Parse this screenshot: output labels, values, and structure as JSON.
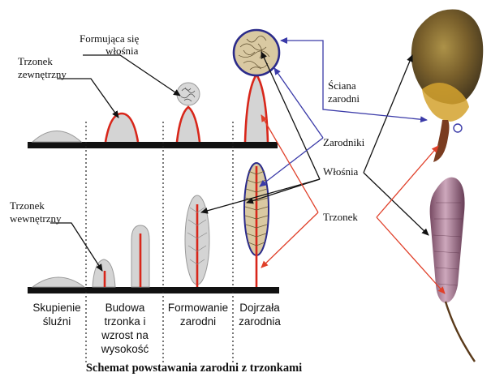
{
  "title": "Schemat powstawania zarodni z trzonkami",
  "labels": {
    "formujaca_line1": "Formująca się",
    "formujaca_line2": "włośnia",
    "trzonek_zew_line1": "Trzonek",
    "trzonek_zew_line2": "zewnętrzny",
    "trzonek_wew_line1": "Trzonek",
    "trzonek_wew_line2": "wewnętrzny",
    "sciana_line1": "Ściana",
    "sciana_line2": "zarodni",
    "zarodniki": "Zarodniki",
    "wlosnia": "Włośnia",
    "trzonek": "Trzonek"
  },
  "stages": [
    {
      "line1": "Skupienie",
      "line2": "śluźni"
    },
    {
      "line1": "Budowa",
      "line2": "trzonka i",
      "line3": "wzrost na",
      "line4": "wysokość"
    },
    {
      "line1": "Formowanie",
      "line2": "zarodni"
    },
    {
      "line1": "Dojrzała",
      "line2": "zarodnia"
    }
  ],
  "colors": {
    "stalk": "#d8261a",
    "body_fill": "#d4d4d4",
    "body_stroke": "#9a9a9a",
    "arrow_black": "#111111",
    "arrow_blue": "#3a3aa8",
    "arrow_red": "#e0402a",
    "sporangium_fill": "#d9c9a2",
    "photo_top": "#7a5a1e",
    "photo_bottom": "#b07890"
  }
}
